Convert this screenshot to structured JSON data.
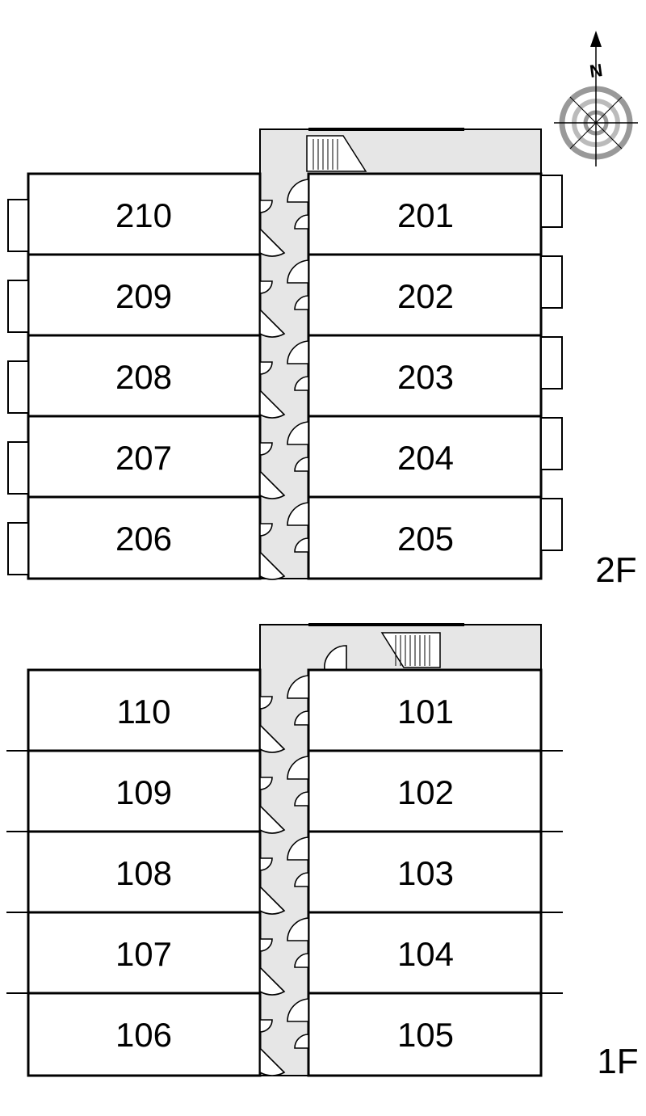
{
  "compass": {
    "north_label": "N",
    "icon": "compass-rose-icon"
  },
  "floors": [
    {
      "label": "2F",
      "left_units": [
        "210",
        "209",
        "208",
        "207",
        "206"
      ],
      "right_units": [
        "201",
        "202",
        "203",
        "204",
        "205"
      ]
    },
    {
      "label": "1F",
      "left_units": [
        "110",
        "109",
        "108",
        "107",
        "106"
      ],
      "right_units": [
        "101",
        "102",
        "103",
        "104",
        "105"
      ]
    }
  ]
}
